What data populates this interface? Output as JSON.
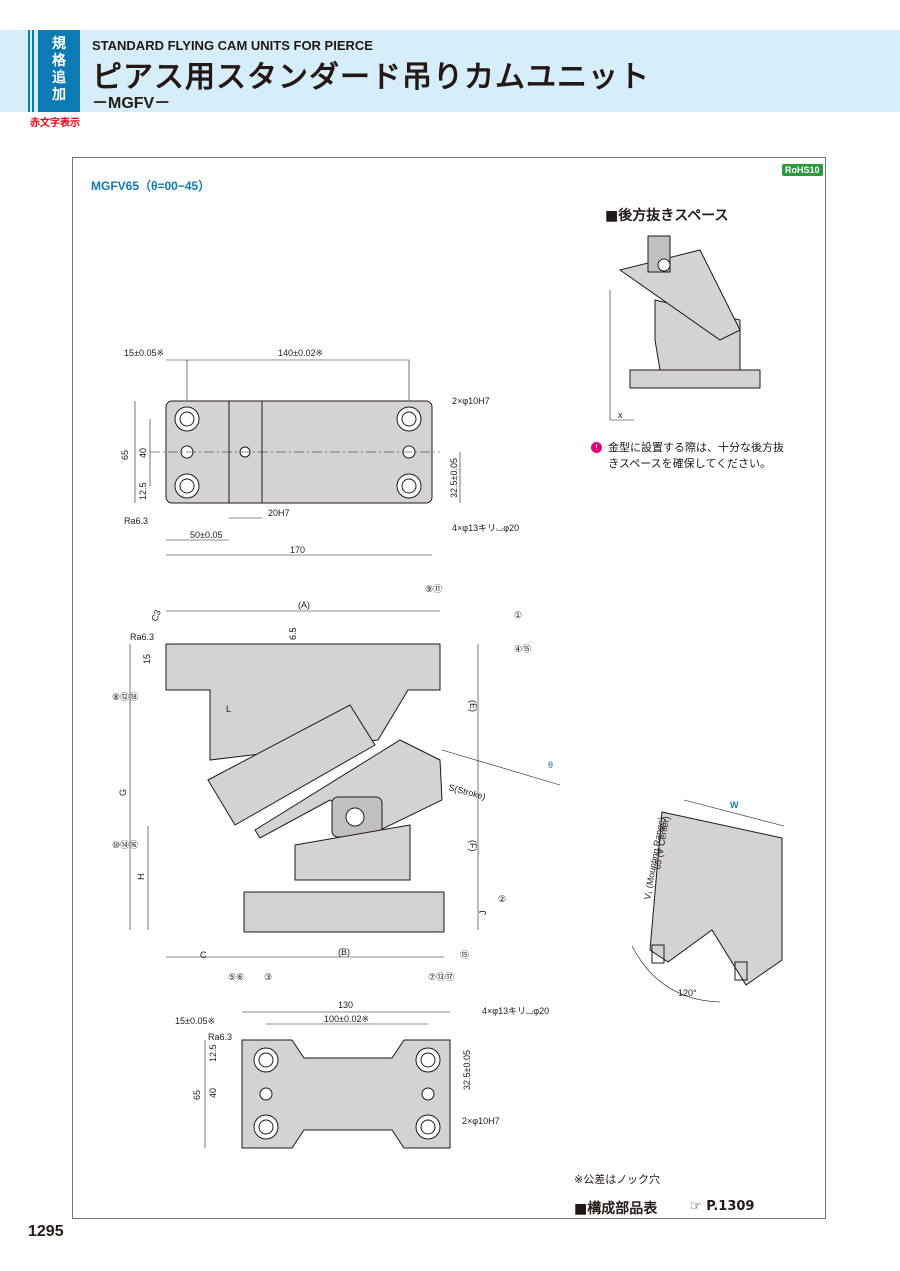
{
  "header": {
    "tag_chars": [
      "規",
      "格",
      "追",
      "加"
    ],
    "red_label": "赤文字表示",
    "title_en": "STANDARD FLYING CAM UNITS FOR PIERCE",
    "title_jp": "ピアス用スタンダード吊りカムユニット",
    "title_code": "－MGFV－"
  },
  "panel": {
    "model": "MGFV65（θ=00−45）",
    "rohs": "RoHS10",
    "rear_space_title": "■後方抜きスペース",
    "note": "金型に設置する際は、十分な後方抜きスペースを確保してください。",
    "tolerance_note": "※公差はノック穴",
    "parts_title": "■構成部品表",
    "parts_ref": "P.1309"
  },
  "top_view": {
    "d15": "15±0.05※",
    "d140": "140±0.02※",
    "d65": "65",
    "d40": "40",
    "d12_5": "12.5",
    "d32_5": "32.5±0.05",
    "holes_h7": "2×φ10H7",
    "d20h7": "20H7",
    "d50": "50±0.05",
    "d170": "170",
    "cbore": "4×φ13キリ⌴φ20",
    "ra": "Ra6.3"
  },
  "side_view": {
    "A": "(A)",
    "B": "(B)",
    "E": "(E)",
    "F": "(F)",
    "G": "G",
    "H": "H",
    "J": "J",
    "C": "C",
    "L": "L",
    "d6_5": "6.5",
    "d15": "15",
    "c3": "C3",
    "theta": "θ",
    "stroke": "S(Stroke)",
    "ra": "Ra6.3",
    "callouts": [
      "⑨⑪",
      "①",
      "④⑮",
      "⑧⑫⑱",
      "⑩⑭⑯",
      "②",
      "⑮",
      "⑤⑥",
      "③",
      "⑦⑬⑰"
    ]
  },
  "bottom_view": {
    "d130": "130",
    "d100": "100±0.02※",
    "d15": "15±0.05※",
    "d65": "65",
    "d40": "40",
    "d12_5": "12.5",
    "d32_5": "32.5±0.05",
    "cbore": "4×φ13キリ⌴φ20",
    "holes_h7": "2×φ10H7",
    "ra": "Ra6.3"
  },
  "front_view": {
    "w": "W",
    "v": "65 (V Center)",
    "v1": "V₁ (Mounting Range)",
    "angle": "120°"
  },
  "rear_space": {
    "x": "x"
  },
  "page_number": "1295"
}
